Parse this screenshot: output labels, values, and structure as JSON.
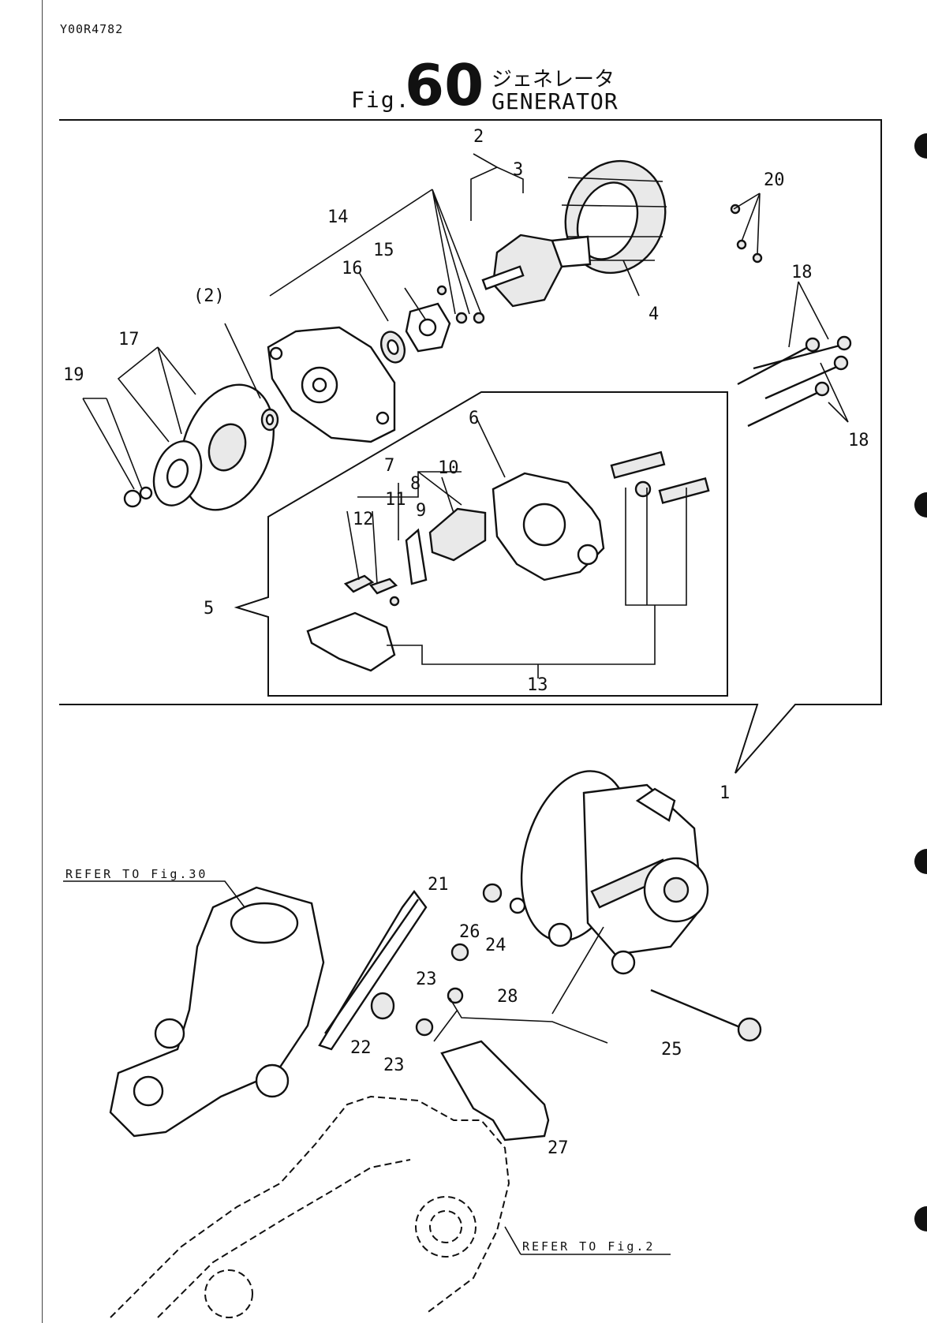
{
  "document": {
    "code": "Y00R4782",
    "figure_prefix": "Fig.",
    "figure_number": "60",
    "title_jp": "ジェネレータ",
    "title_en": "GENERATOR"
  },
  "callouts": {
    "c1": "1",
    "c2": "2",
    "c2b": "(2)",
    "c3": "3",
    "c4": "4",
    "c5": "5",
    "c6": "6",
    "c7": "7",
    "c8": "8",
    "c9": "9",
    "c10": "10",
    "c11": "11",
    "c12": "12",
    "c13": "13",
    "c14": "14",
    "c15": "15",
    "c16": "16",
    "c17": "17",
    "c18a": "18",
    "c18b": "18",
    "c19": "19",
    "c20": "20",
    "c21": "21",
    "c22": "22",
    "c23a": "23",
    "c23b": "23",
    "c24": "24",
    "c25": "25",
    "c26": "26",
    "c27": "27",
    "c28": "28"
  },
  "references": {
    "ref_fig30": "REFER TO Fig.30",
    "ref_fig2": "REFER TO Fig.2"
  }
}
